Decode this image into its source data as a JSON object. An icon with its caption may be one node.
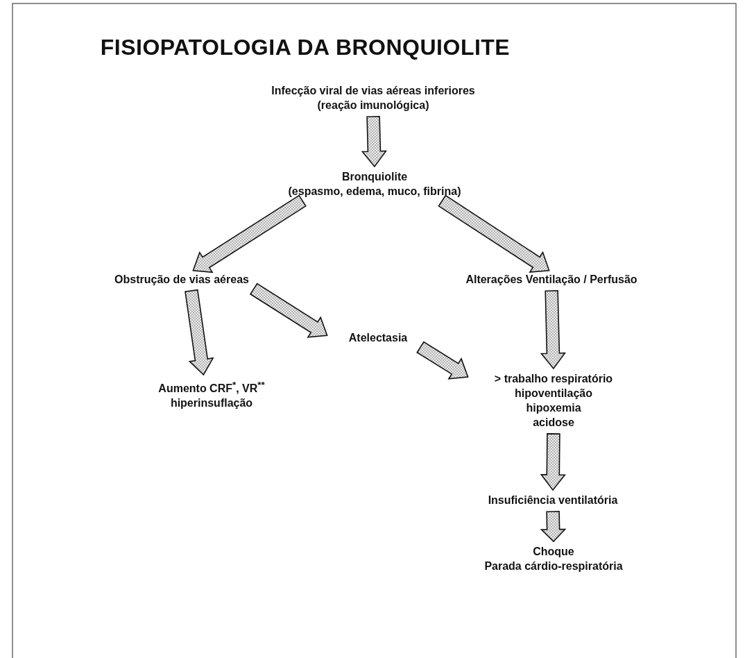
{
  "diagram": {
    "title": "FISIOPATOLOGIA DA BRONQUIOLITE",
    "nodes": [
      {
        "text": [
          "Infecção viral de vias aéreas inferiores",
          "(reação imunológica)"
        ]
      },
      {
        "text": [
          "Bronquiolite",
          "(espasmo, edema, muco, fibrina)"
        ]
      },
      {
        "text": [
          "Obstrução de vias aéreas"
        ]
      },
      {
        "text": [
          "Alterações Ventilação / Perfusão"
        ]
      },
      {
        "text": [
          "Atelectasia"
        ]
      },
      {
        "text": [
          "Aumento CRF$^{*}$, VR$^{**}$",
          "hiperinsuflação"
        ]
      },
      {
        "text": [
          "> trabalho respiratório",
          "hipoventilação",
          "hipoxemia",
          "acidose"
        ]
      },
      {
        "text": [
          "Insuficiência ventilatória"
        ]
      },
      {
        "text": [
          "Choque",
          "Parada cárdio-respiratória"
        ]
      }
    ],
    "edges": [
      {
        "from": 0,
        "to": 1,
        "arrow": "to"
      },
      {
        "from": 1,
        "to": 2,
        "arrow": "to"
      },
      {
        "from": 1,
        "to": 3,
        "arrow": "to"
      },
      {
        "from": 2,
        "to": 5,
        "arrow": "to"
      },
      {
        "from": 2,
        "to": 4,
        "arrow": "to"
      },
      {
        "from": 4,
        "to": 6,
        "arrow": "to"
      },
      {
        "from": 3,
        "to": 6,
        "arrow": "to"
      },
      {
        "from": 6,
        "to": 7,
        "arrow": "to"
      },
      {
        "from": 7,
        "to": 8,
        "arrow": "to"
      }
    ]
  }
}
